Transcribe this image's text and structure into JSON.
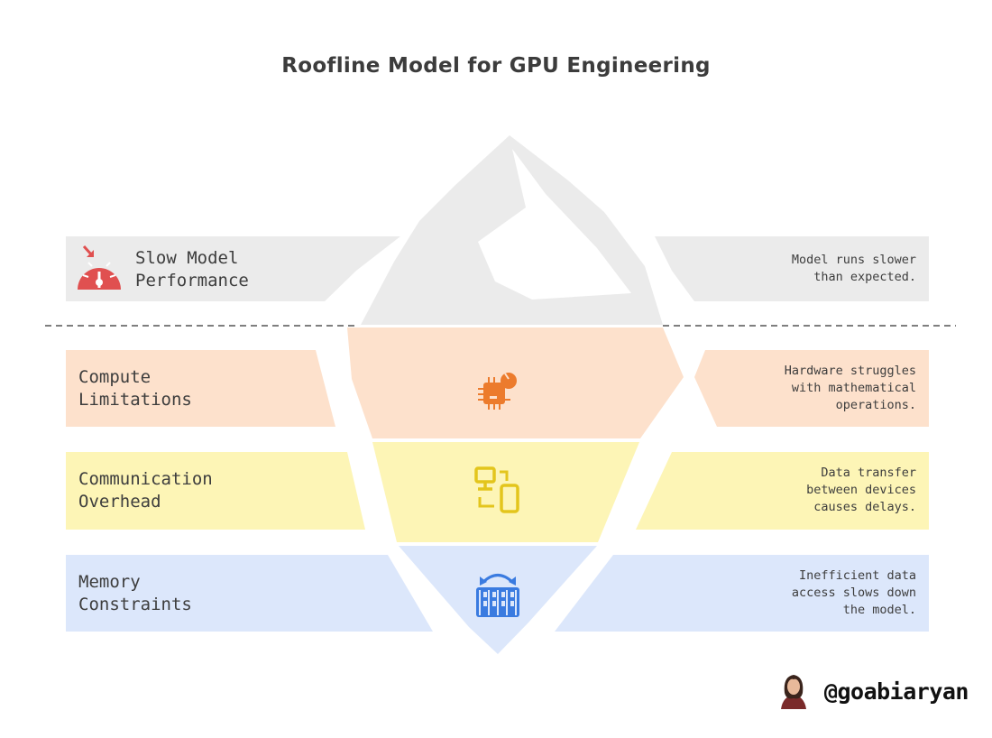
{
  "title": "Roofline Model for GPU Engineering",
  "tiers": [
    {
      "label_line1": "Slow Model",
      "label_line2": "Performance",
      "desc": [
        "Model runs slower",
        "than expected."
      ],
      "icon": "speedometer-icon",
      "band_color": "#ebebeb",
      "icon_color": "#e05050"
    },
    {
      "label_line1": "Compute",
      "label_line2": "Limitations",
      "desc": [
        "Hardware struggles",
        "with mathematical",
        "operations."
      ],
      "icon": "processor-icon",
      "band_color": "#fde1cc",
      "icon_color": "#ec7b2c"
    },
    {
      "label_line1": "Communication",
      "label_line2": "Overhead",
      "desc": [
        "Data transfer",
        "between devices",
        "causes delays."
      ],
      "icon": "devices-transfer-icon",
      "band_color": "#fdf5b6",
      "icon_color": "#e3c51c"
    },
    {
      "label_line1": "Memory",
      "label_line2": "Constraints",
      "desc": [
        "Inefficient data",
        "access slows down",
        "the model."
      ],
      "icon": "memory-swap-icon",
      "band_color": "#dce7fb",
      "icon_color": "#3a7be0"
    }
  ],
  "handle": "@goabiaryan",
  "avatar_icon": "author-avatar"
}
